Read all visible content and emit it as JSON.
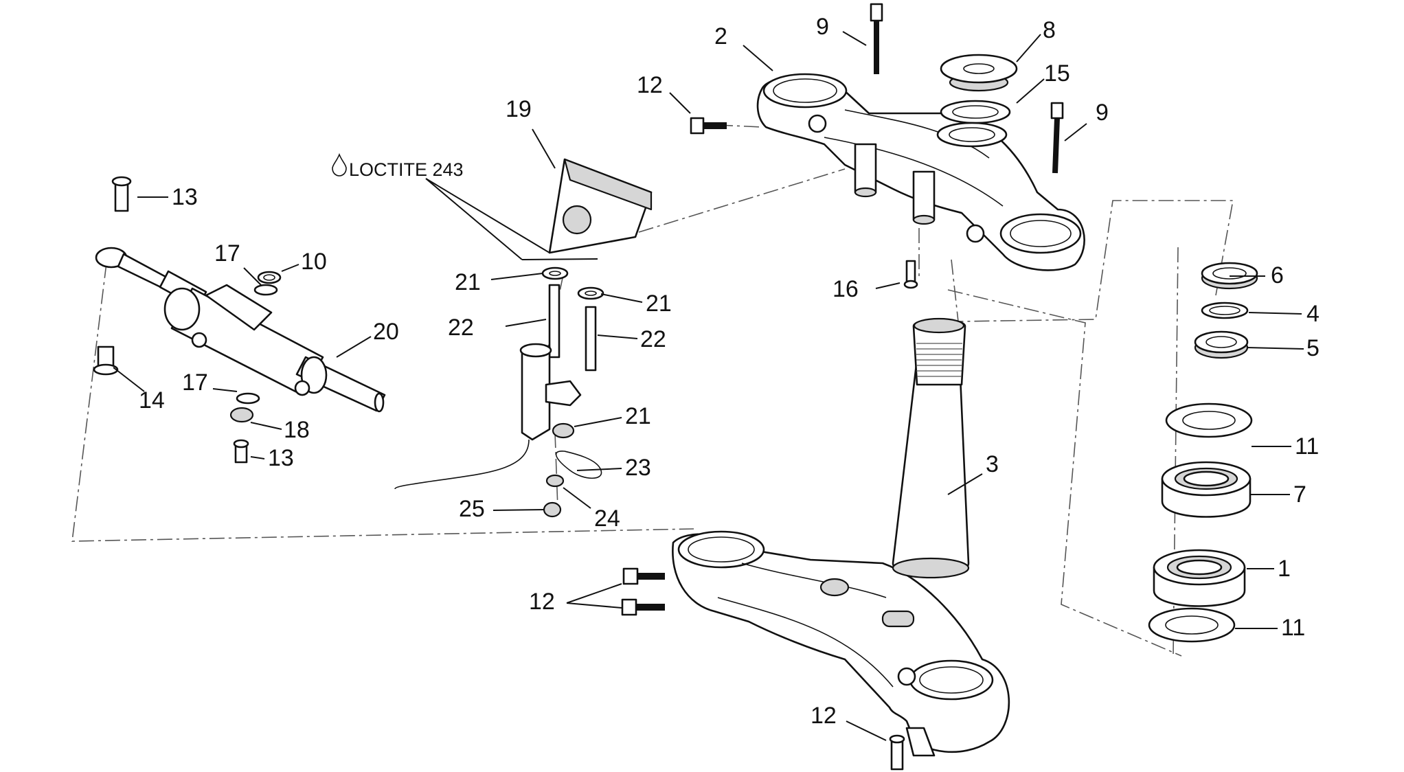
{
  "note": "LOCTITE 243",
  "callouts": {
    "c1": "1",
    "c2": "2",
    "c3": "3",
    "c4": "4",
    "c5": "5",
    "c6": "6",
    "c7": "7",
    "c8": "8",
    "c9a": "9",
    "c9b": "9",
    "c10": "10",
    "c11a": "11",
    "c11b": "11",
    "c12a": "12",
    "c12b": "12",
    "c12c": "12",
    "c13a": "13",
    "c13b": "13",
    "c14": "14",
    "c15": "15",
    "c16": "16",
    "c17a": "17",
    "c17b": "17",
    "c18": "18",
    "c19": "19",
    "c20": "20",
    "c21a": "21",
    "c21b": "21",
    "c21c": "21",
    "c22a": "22",
    "c22b": "22",
    "c23": "23",
    "c24": "24",
    "c25": "25"
  }
}
